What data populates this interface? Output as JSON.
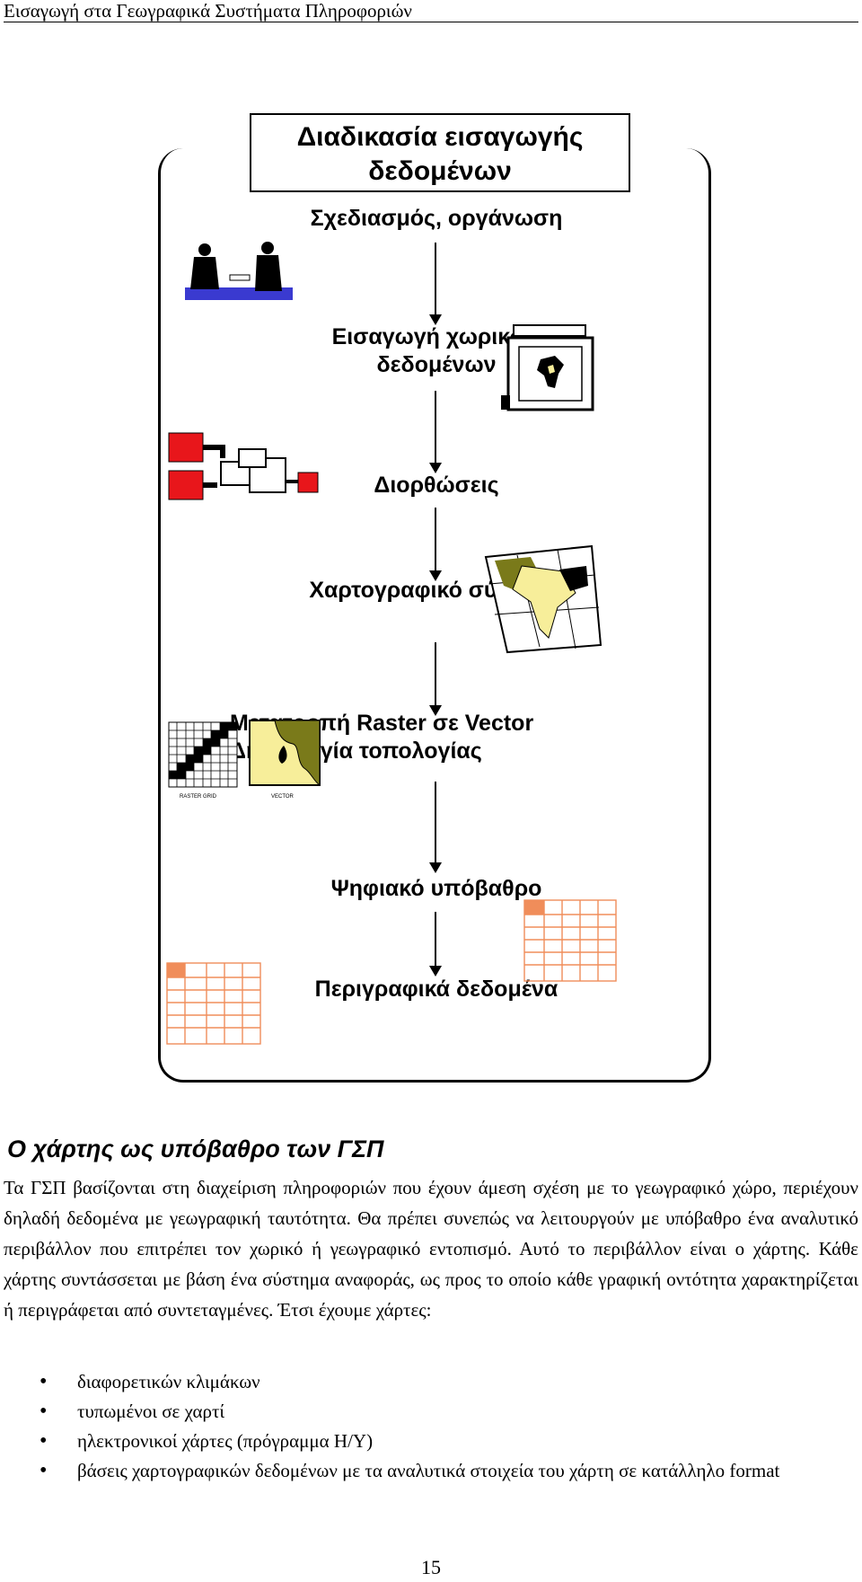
{
  "header": {
    "running_title": "Εισαγωγή στα Γεωγραφικά Συστήματα Πληροφοριών"
  },
  "figure": {
    "title": "Διαδικασία εισαγωγής δεδομένων",
    "steps": [
      "Σχεδιασμός, οργάνωση",
      "Εισαγωγή χωρικών δεδομένων",
      "Διορθώσεις",
      "Χαρτογραφικό σύστημα",
      "Μετατροπή Raster σε Vector Δημιουργία τοπολογίας",
      "Ψηφιακό υπόβαθρο",
      "Περιγραφικά δεδομένα"
    ],
    "illustrations": [
      "people-meeting-icon",
      "digitizer-table-icon",
      "correction-blocks-icon",
      "projection-map-icon",
      "raster-grid-icon",
      "vector-map-icon",
      "attribute-table-icon"
    ],
    "colors": {
      "red": "#e8161b",
      "map_yellow": "#f7ee9a",
      "map_olive": "#7a7a1a",
      "table_orange": "#f08d5a"
    }
  },
  "section": {
    "title": "Ο χάρτης ως υπόβαθρο των ΓΣΠ",
    "paragraph": "Τα ΓΣΠ βασίζονται στη διαχείριση πληροφοριών που έχουν άμεση σχέση με το γεωγραφικό χώρο, περιέχουν δηλαδή δεδομένα με γεωγραφική ταυτότητα. Θα πρέπει συνεπώς να λειτουργούν με υπόβαθρο ένα αναλυτικό περιβάλλον που επιτρέπει τον χωρικό ή γεωγραφικό εντοπισμό. Αυτό το περιβάλλον είναι ο χάρτης. Κάθε χάρτης συντάσσεται με βάση ένα σύστημα αναφοράς, ως προς το οποίο κάθε γραφική οντότητα χαρακτηρίζεται ή περιγράφεται από συντεταγμένες. Έτσι έχουμε χάρτες:",
    "bullets": [
      "διαφορετικών κλιμάκων",
      "τυπωμένοι σε χαρτί",
      "ηλεκτρονικοί χάρτες (πρόγραμμα Η/Υ)",
      "βάσεις χαρτογραφικών δεδομένων με τα αναλυτικά στοιχεία του χάρτη σε κατάλληλο format"
    ]
  },
  "page_number": "15"
}
